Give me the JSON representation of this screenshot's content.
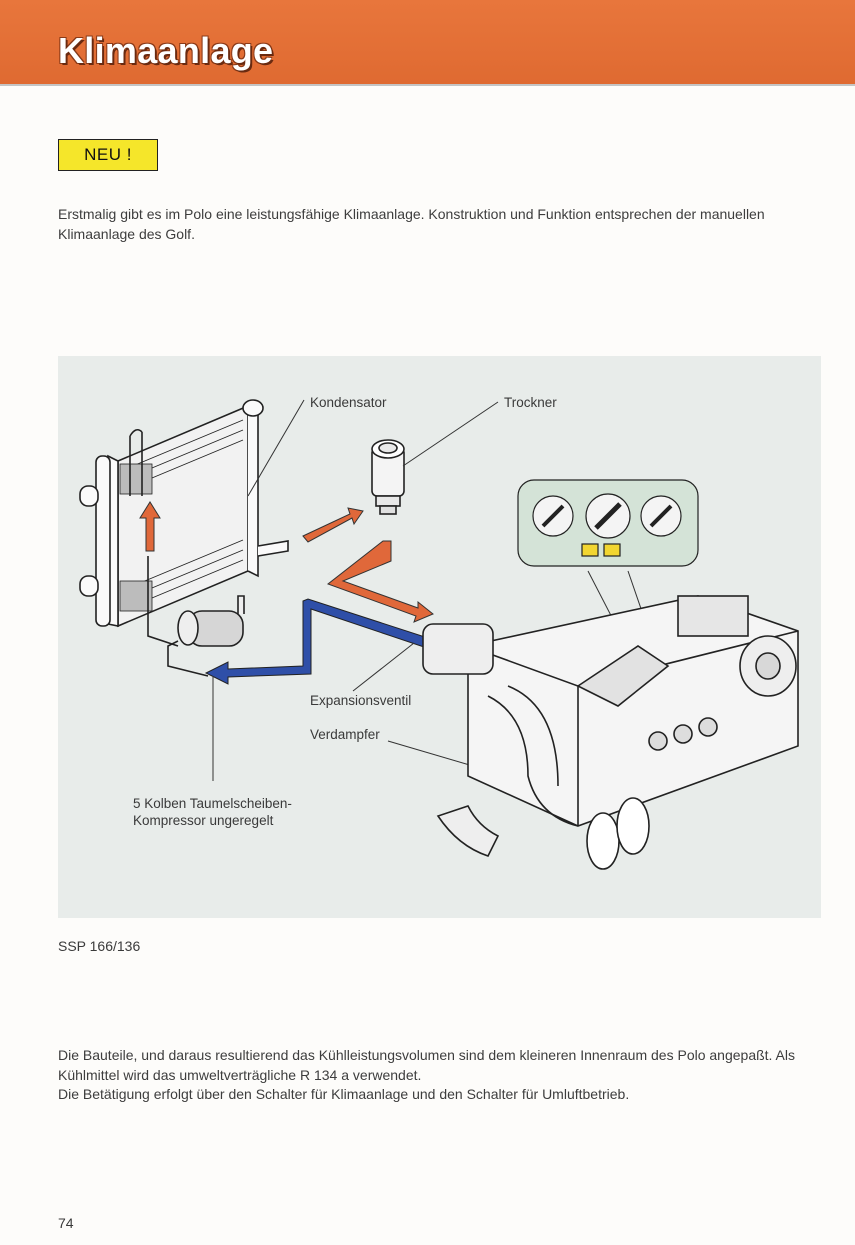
{
  "header": {
    "title": "Klimaanlage"
  },
  "badge": {
    "label": "NEU !"
  },
  "intro": {
    "text": "Erstmalig gibt es im Polo eine leistungsfähige Klimaanlage. Konstruktion und Funktion entsprechen der manuellen Klimaanlage des Golf."
  },
  "figure": {
    "labels": {
      "condenser": "Kondensator",
      "dryer": "Trockner",
      "expansion_valve": "Expansionsventil",
      "evaporator": "Verdampfer",
      "compressor_line1": "5 Kolben Taumelscheiben-",
      "compressor_line2": "Kompressor ungeregelt"
    },
    "colors": {
      "background": "#e8ecea",
      "hot_line": "#e0683a",
      "cold_line": "#2f4fa8",
      "panel": "#d4e3d7",
      "buttons": "#f2d630"
    },
    "caption": "SSP 166/136"
  },
  "body": {
    "line1": "Die Bauteile, und daraus resultierend das Kühlleistungsvolumen sind dem kleineren Innenraum des Polo angepaßt. Als Kühlmittel wird das umweltverträgliche R 134 a verwendet.",
    "line2": "Die Betätigung erfolgt über den Schalter für Klimaanlage und den Schalter für Umluftbetrieb."
  },
  "footer": {
    "page_number": "74"
  }
}
